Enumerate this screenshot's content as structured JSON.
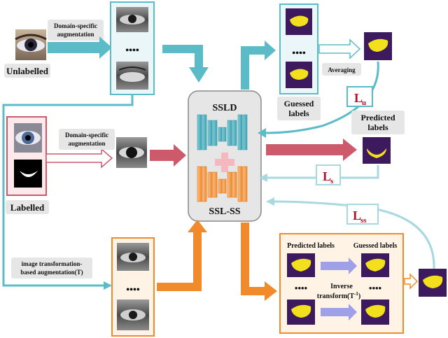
{
  "labels": {
    "unlabelled": "Unlabelled",
    "labelled": "Labelled",
    "aug_top": [
      "Domain-specific",
      "augmentation"
    ],
    "aug_mid": [
      "Domain-specific",
      "augmentation"
    ],
    "aug_bottom": [
      "image transformation-",
      "based augmentation(T)"
    ],
    "sslld": "SSLD",
    "sslss": "SSL-SS",
    "guessed": [
      "Guessed",
      "labels"
    ],
    "averaging": "Averaging",
    "predicted": [
      "Predicted",
      "labels"
    ],
    "pred_labels": "Predicted labels",
    "guess_labels": "Guessed labels",
    "inverse": [
      "Inverse",
      "transform(T"
    ],
    "inverse_sup": "-1",
    "inverse_end": ")",
    "dots": "••••"
  },
  "losses": {
    "lu": {
      "base": "L",
      "sub": "u"
    },
    "ls": {
      "base": "L",
      "sub": "s"
    },
    "lss": {
      "base": "L",
      "sub": "ss"
    }
  },
  "colors": {
    "teal": "#5bbcc8",
    "teal_light": "#a8d8e0",
    "red": "#cc5a6a",
    "orange": "#f08a2a",
    "purple": "#3d1a5e",
    "yellow": "#f2e01c",
    "lavender": "#9fa0e8",
    "box_gray": "#e6e6e6"
  }
}
